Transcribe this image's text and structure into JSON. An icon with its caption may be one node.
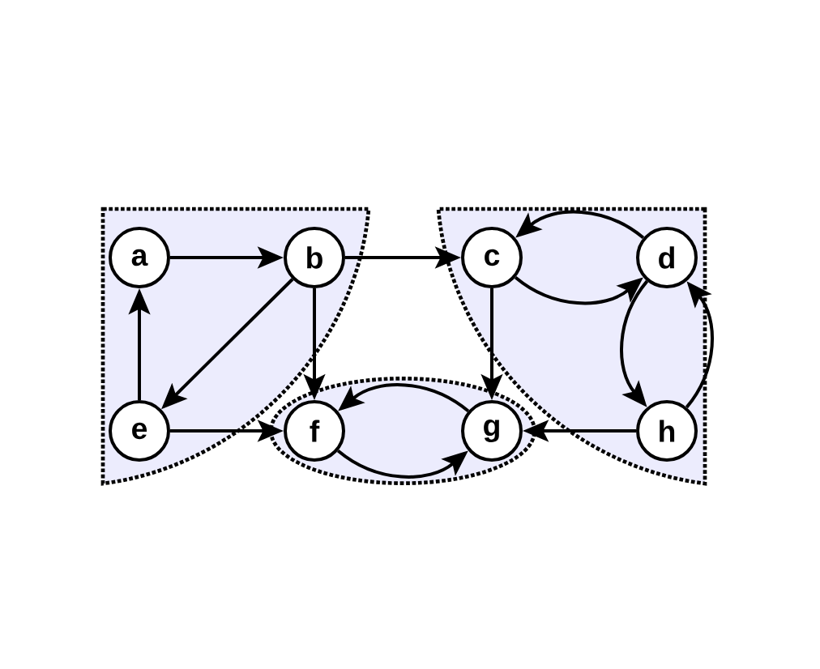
{
  "diagram": {
    "nodes": [
      {
        "text": [],
        "shape": "region"
      },
      {
        "text": [
          "a"
        ],
        "in": 0
      },
      {
        "text": [
          "b"
        ],
        "in": 0
      },
      {
        "text": [
          "e"
        ],
        "in": 0
      },
      {
        "text": [],
        "shape": "region"
      },
      {
        "text": [
          "c"
        ],
        "in": 4
      },
      {
        "text": [
          "d"
        ],
        "in": 4
      },
      {
        "text": [
          "h"
        ],
        "in": 4
      },
      {
        "text": [],
        "shape": "ellipse"
      },
      {
        "text": [
          "f"
        ],
        "in": 8
      },
      {
        "text": [
          "g"
        ],
        "in": 8
      }
    ],
    "edges": [
      {
        "from": 1,
        "to": 2,
        "arrow": "to"
      },
      {
        "from": 2,
        "to": 5,
        "arrow": "to"
      },
      {
        "from": 2,
        "to": 3,
        "arrow": "to"
      },
      {
        "from": 2,
        "to": 9,
        "arrow": "to"
      },
      {
        "from": 3,
        "to": 1,
        "arrow": "to"
      },
      {
        "from": 3,
        "to": 9,
        "arrow": "to"
      },
      {
        "from": 5,
        "to": 6,
        "arrow": "to"
      },
      {
        "from": 6,
        "to": 5,
        "arrow": "to"
      },
      {
        "from": 5,
        "to": 10,
        "arrow": "to"
      },
      {
        "from": 6,
        "to": 7,
        "arrow": "to"
      },
      {
        "from": 7,
        "to": 6,
        "arrow": "to"
      },
      {
        "from": 7,
        "to": 10,
        "arrow": "to"
      },
      {
        "from": 9,
        "to": 10,
        "arrow": "to"
      },
      {
        "from": 10,
        "to": 9,
        "arrow": "to"
      }
    ]
  }
}
